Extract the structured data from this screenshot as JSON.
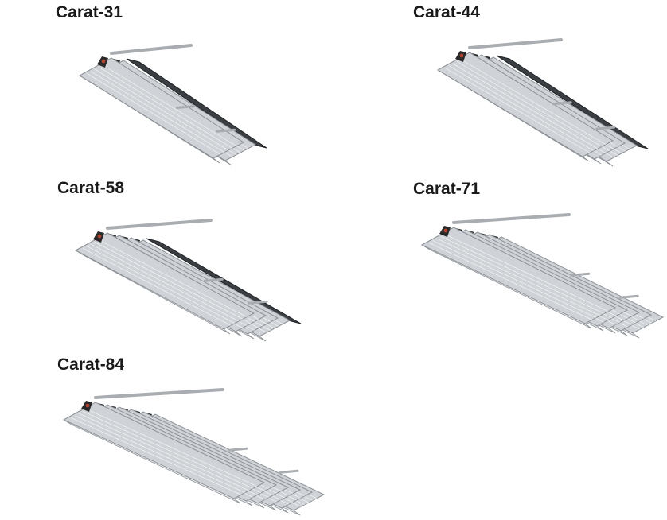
{
  "products": [
    {
      "label": "Carat-31",
      "fins": 2,
      "shade": "dark"
    },
    {
      "label": "Carat-44",
      "fins": 3,
      "shade": "dark"
    },
    {
      "label": "Carat-58",
      "fins": 4,
      "shade": "dark"
    },
    {
      "label": "Carat-71",
      "fins": 5,
      "shade": "light"
    },
    {
      "label": "Carat-84",
      "fins": 6,
      "shade": "light"
    }
  ],
  "colors": {
    "label": "#1a1a1a",
    "fin_face": "#e9eaec",
    "fin_side": "#cfd2d6",
    "fin_edge": "#8d9298",
    "dark_panel": "#3b3f43",
    "rod": "#a9adb2",
    "bracket": "#2a2a2a",
    "accent": "#b0442f"
  }
}
